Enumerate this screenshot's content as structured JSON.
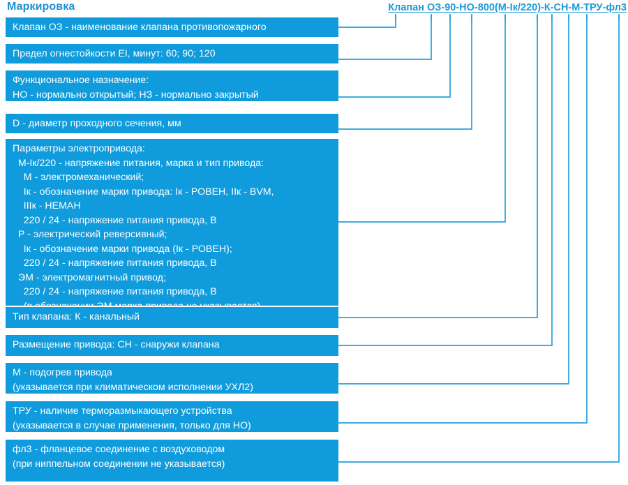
{
  "title": "Маркировка",
  "designation": {
    "full": "Клапан ОЗ-90-НО-800(М-Iк/220)-К-СН-М-ТРУ-фл3",
    "segments": [
      "Клапан ОЗ",
      "-",
      "90",
      "-",
      "НО",
      "-",
      "800",
      "(",
      "М-Iк/220",
      ")",
      "-",
      "К",
      "-",
      "СН",
      "-",
      "М",
      "-",
      "ТРУ",
      "-",
      "фл3"
    ]
  },
  "accent_color": "#0f9bdc",
  "line_color": "#22a0dc",
  "title_color": "#1f8fd0",
  "boxes": [
    {
      "name": "valve-name",
      "lines": [
        "Клапан ОЗ - наименование клапана противопожарного"
      ]
    },
    {
      "name": "fire-resistance-limit",
      "lines": [
        "Предел огнестойкости EI, минут: 60; 90; 120"
      ]
    },
    {
      "name": "functional-purpose",
      "lines": [
        "Функциональное назначение:",
        "НО - нормально открытый; НЗ - нормально закрытый"
      ]
    },
    {
      "name": "diameter",
      "lines": [
        "D - диаметр проходного сечения, мм"
      ]
    },
    {
      "name": "drive-parameters",
      "lines": [
        "Параметры электропривода:",
        "  М-Iк/220 - напряжение питания, марка и тип привода:",
        "    М - электромеханический;",
        "    Iк - обозначение марки привода: Iк - РОВЕН, IIк - BVM,",
        "    IIIк - НЕМАН",
        "    220 / 24 - напряжение питания привода, В",
        "  Р - электрический реверсивный;",
        "    Iк - обозначение марки привода (Iк - РОВЕН);",
        "    220 / 24 - напряжение питания привода, В",
        "  ЭМ - электромагнитный привод;",
        "    220 / 24 - напряжение питания привода, В",
        "    (в обозначении ЭМ марка привода не указывается)"
      ]
    },
    {
      "name": "valve-type",
      "lines": [
        "Тип клапана: К - канальный"
      ]
    },
    {
      "name": "drive-placement",
      "lines": [
        "Размещение привода: СН - снаружи клапана"
      ]
    },
    {
      "name": "drive-heating",
      "lines": [
        "М - подогрев привода",
        "(указывается при климатическом исполнении УХЛ2)"
      ]
    },
    {
      "name": "thermal-release-device",
      "lines": [
        "ТРУ - наличие терморазмыкающего устройства",
        "(указывается в случае применения, только для НО)"
      ]
    },
    {
      "name": "flange-connection",
      "lines": [
        "фл3 - фланцевое соединение с воздуховодом",
        "(при ниппельном соединении не указывается)"
      ]
    }
  ]
}
